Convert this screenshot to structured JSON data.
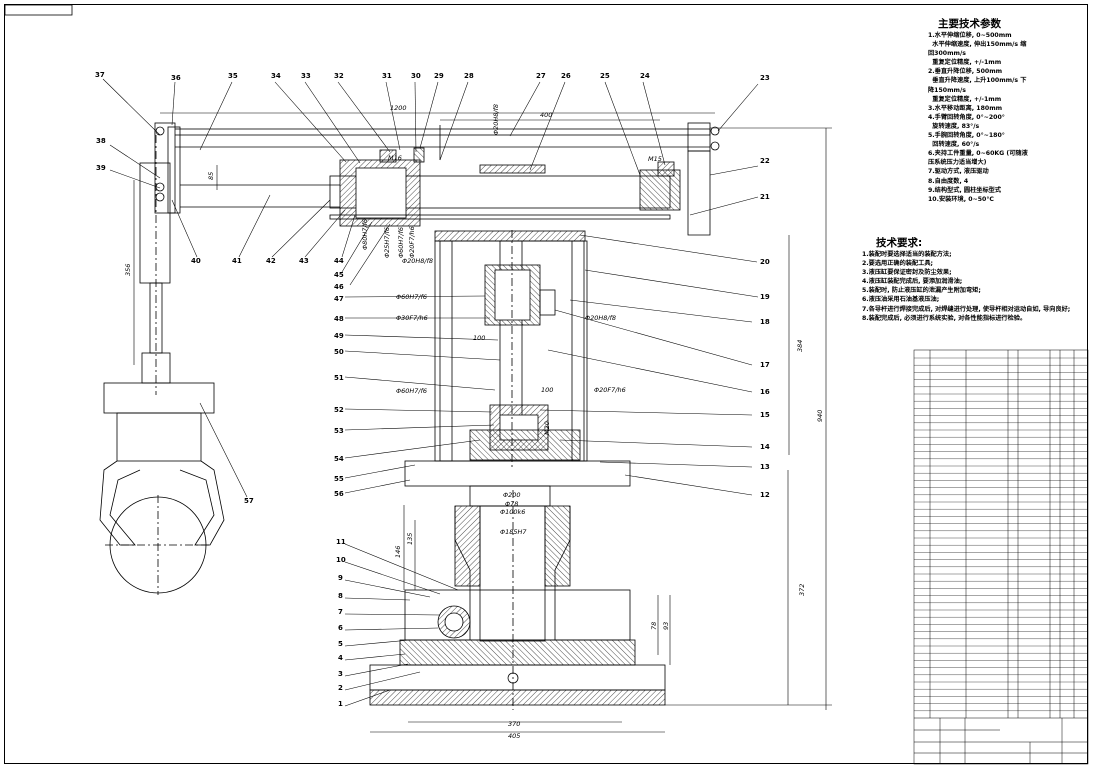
{
  "colors": {
    "line": "#000000",
    "background": "#ffffff",
    "hatch": "#000000"
  },
  "technical_params": {
    "title": "主要技术参数",
    "lines": [
      "1.水平伸缩位移, 0~500mm",
      "  水平伸缩速度, 伸出150mm/s 缩",
      "回300mm/s",
      "  重复定位精度, +/-1mm",
      "2.垂直升降位移, 500mm",
      "  垂直升降速度, 上升100mm/s 下",
      "降150mm/s",
      "  重复定位精度, +/-1mm",
      "3.水平移动距离, 180mm",
      "4.手臂回转角度, 0°~200°",
      "  旋转速度, 83°/s",
      "5.手腕回转角度, 0°~180°",
      "  回转速度, 60°/s",
      "6.夹持工件重量, 0~60KG (可随液",
      "压系统压力适当增大)",
      "7.驱动方式, 液压驱动",
      "8.自由度数, 4",
      "9.结构型式, 圆柱坐标型式",
      "10.安装环境, 0~50°C"
    ]
  },
  "technical_requirements": {
    "title": "技术要求:",
    "lines": [
      "1.装配时要选择适当的装配方法;",
      "2.要选用正确的装配工具;",
      "3.液压缸要保证密封及防尘效果;",
      "4.液压缸装配完成后, 要添加润滑油;",
      "5.装配时, 防止液压缸的泄漏产生附加弯矩;",
      "6.液压油采用石油基液压油;",
      "7.各导杆进行焊接完成后, 对焊缝进行处理, 使导杆相对运动自如, 导向良好;",
      "8.装配完成后, 必须进行系统实验, 对各性能指标进行检验。"
    ]
  },
  "leaders": [
    {
      "n": "37"
    },
    {
      "n": "36"
    },
    {
      "n": "35"
    },
    {
      "n": "34"
    },
    {
      "n": "33"
    },
    {
      "n": "32"
    },
    {
      "n": "31"
    },
    {
      "n": "30"
    },
    {
      "n": "29"
    },
    {
      "n": "28"
    },
    {
      "n": "27"
    },
    {
      "n": "26"
    },
    {
      "n": "25"
    },
    {
      "n": "24"
    },
    {
      "n": "23"
    },
    {
      "n": "22"
    },
    {
      "n": "21"
    },
    {
      "n": "20"
    },
    {
      "n": "19"
    },
    {
      "n": "18"
    },
    {
      "n": "17"
    },
    {
      "n": "16"
    },
    {
      "n": "15"
    },
    {
      "n": "14"
    },
    {
      "n": "13"
    },
    {
      "n": "12"
    },
    {
      "n": "38"
    },
    {
      "n": "39"
    },
    {
      "n": "40"
    },
    {
      "n": "41"
    },
    {
      "n": "42"
    },
    {
      "n": "43"
    },
    {
      "n": "44"
    },
    {
      "n": "45"
    },
    {
      "n": "46"
    },
    {
      "n": "47"
    },
    {
      "n": "48"
    },
    {
      "n": "49"
    },
    {
      "n": "50"
    },
    {
      "n": "51"
    },
    {
      "n": "52"
    },
    {
      "n": "53"
    },
    {
      "n": "54"
    },
    {
      "n": "55"
    },
    {
      "n": "56"
    },
    {
      "n": "57"
    },
    {
      "n": "11"
    },
    {
      "n": "10"
    },
    {
      "n": "9"
    },
    {
      "n": "8"
    },
    {
      "n": "7"
    },
    {
      "n": "6"
    },
    {
      "n": "5"
    },
    {
      "n": "4"
    },
    {
      "n": "3"
    },
    {
      "n": "2"
    },
    {
      "n": "1"
    }
  ],
  "dims": {
    "d1200": "1200",
    "d400": "400",
    "d85": "85",
    "d356": "356",
    "d384": "384",
    "d940": "940",
    "d372": "372",
    "d146": "146",
    "d135": "135",
    "d78": "78",
    "d93": "93",
    "d370": "370",
    "d405": "405",
    "d100a": "100",
    "d100b": "100",
    "m16": "M16",
    "m15": "M15",
    "m20": "M20",
    "f20h8f8top": "Φ20H8/f8",
    "f20h8f8a": "Φ20H8/f8",
    "f20h8f8b": "Φ20H8/f8",
    "f60h7f6a": "Φ60H7/f6",
    "f30f7h6": "Φ30F7/h6",
    "f20f7h6": "Φ20F7/h6",
    "f60h7f6b": "Φ60H7/f6",
    "f80h7f6": "Φ80H7/f6",
    "f25h7f6": "Φ25H7/f6",
    "f60h7f6c": "Φ60H7/f6",
    "f20f7h6b": "Φ20F7/h6",
    "f200": "Φ200",
    "f78": "Φ78",
    "f100k6": "Φ100k6",
    "f185h7": "Φ185H7"
  }
}
